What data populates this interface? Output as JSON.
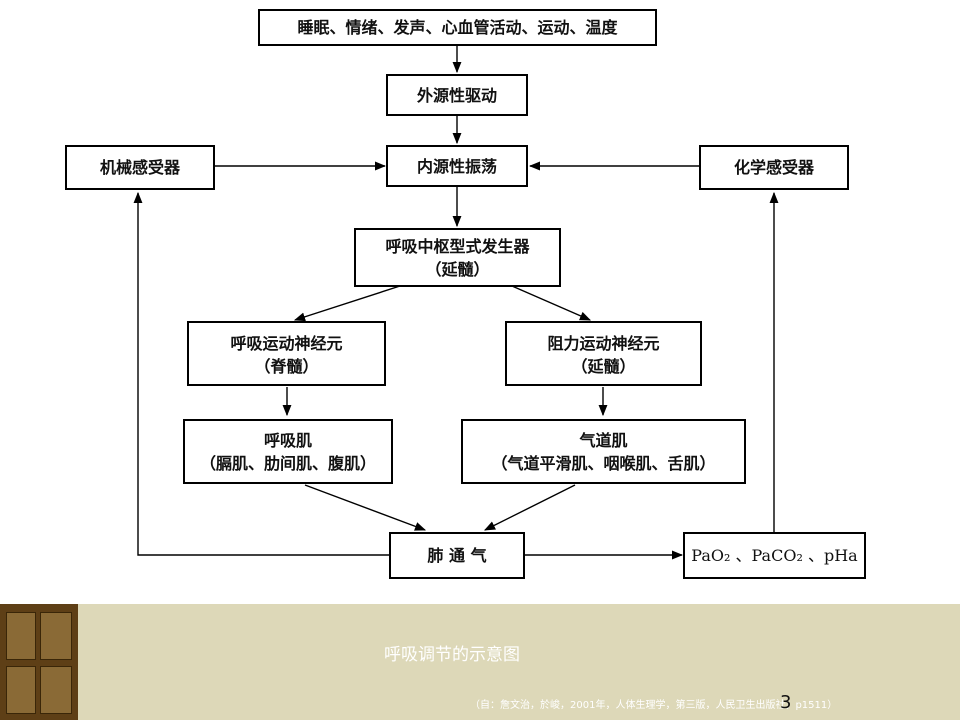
{
  "diagram": {
    "top": "睡眠、情绪、发声、心血管活动、运动、温度",
    "ext_drive": "外源性驱动",
    "int_osc": "内源性振荡",
    "mech": "机械感受器",
    "chem": "化学感受器",
    "cpg_line1": "呼吸中枢型式发生器",
    "cpg_line2": "（延髓）",
    "resp_mn_line1": "呼吸运动神经元",
    "resp_mn_line2": "（脊髓）",
    "res_mn_line1": "阻力运动神经元",
    "res_mn_line2": "（延髓）",
    "resp_muscle_line1": "呼吸肌",
    "resp_muscle_line2": "（膈肌、肋间肌、腹肌）",
    "airway_muscle_line1": "气道肌",
    "airway_muscle_line2": "（气道平滑肌、咽喉肌、舌肌）",
    "ventilation": "肺 通 气",
    "gases": "PaO₂ 、PaCO₂ 、pHa"
  },
  "footer": {
    "caption": "呼吸调节的示意图",
    "credit": "（自：詹文治，於峻，2001年，人体生理学，第三版，人民卫生出版社，p1511）",
    "page_number": "3"
  }
}
